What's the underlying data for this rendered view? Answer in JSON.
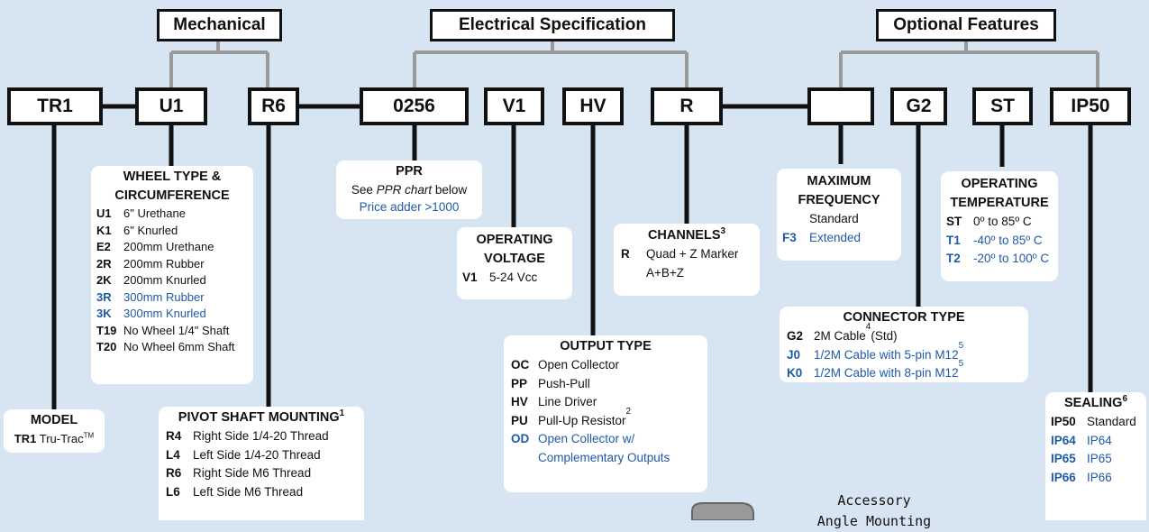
{
  "headers": {
    "mechanical": "Mechanical",
    "electrical": "Electrical Specification",
    "optional": "Optional Features"
  },
  "codes": {
    "model": "TR1",
    "wheel": "U1",
    "mount": "R6",
    "ppr": "0256",
    "voltage": "V1",
    "output": "HV",
    "channels": "R",
    "frequency": "",
    "connector": "G2",
    "temperature": "ST",
    "sealing": "IP50"
  },
  "wheel_type": {
    "title_line1": "WHEEL TYPE &",
    "title_line2": "CIRCUMFERENCE",
    "items": [
      {
        "code": "U1",
        "desc": "6\" Urethane"
      },
      {
        "code": "K1",
        "desc": "6\" Knurled"
      },
      {
        "code": "E2",
        "desc": "200mm Urethane"
      },
      {
        "code": "2R",
        "desc": "200mm Rubber"
      },
      {
        "code": "2K",
        "desc": "200mm Knurled"
      },
      {
        "code": "3R",
        "desc": "300mm Rubber"
      },
      {
        "code": "3K",
        "desc": "300mm Knurled"
      },
      {
        "code": "T19",
        "desc": "No Wheel 1/4\" Shaft"
      },
      {
        "code": "T20",
        "desc": "No Wheel 6mm Shaft"
      }
    ]
  },
  "ppr": {
    "title": "PPR",
    "line1_pre": "See ",
    "line1_em": "PPR chart",
    "line1_post": " below",
    "adder": "Price adder >1000"
  },
  "voltage": {
    "title1": "OPERATING",
    "title2": "VOLTAGE",
    "code": "V1",
    "desc": "5-24 Vcc"
  },
  "channels": {
    "title": "CHANNELS",
    "note": "3",
    "code": "R",
    "desc1": "Quad + Z Marker",
    "desc2": "A+B+Z"
  },
  "frequency": {
    "title1": "MAXIMUM",
    "title2": "FREQUENCY",
    "std": "Standard",
    "code": "F3",
    "desc": "Extended"
  },
  "temperature": {
    "title1": "OPERATING",
    "title2": "TEMPERATURE",
    "items": [
      {
        "code": "ST",
        "desc": "0º to 85º C"
      },
      {
        "code": "T1",
        "desc": "-40º to 85º C"
      },
      {
        "code": "T2",
        "desc": "-20º to 100º C"
      }
    ]
  },
  "connector": {
    "title": "CONNECTOR TYPE",
    "items": [
      {
        "code": "G2",
        "desc": "2M Cable",
        "sup": "4",
        "tail": " (Std)"
      },
      {
        "code": "J0",
        "desc": "1/2M Cable with 5-pin M12",
        "sup": "5",
        "tail": ""
      },
      {
        "code": "K0",
        "desc": "1/2M Cable with 8-pin M12",
        "sup": "5",
        "tail": ""
      }
    ]
  },
  "output": {
    "title": "OUTPUT TYPE",
    "items": [
      {
        "code": "OC",
        "desc": "Open Collector"
      },
      {
        "code": "PP",
        "desc": "Push-Pull"
      },
      {
        "code": "HV",
        "desc": "Line Driver"
      },
      {
        "code": "PU",
        "desc": "Pull-Up Resistor",
        "sup": "2"
      },
      {
        "code": "OD",
        "desc": "Open Collector w/",
        "desc2": "Complementary Outputs"
      }
    ]
  },
  "mounting": {
    "title": "PIVOT SHAFT MOUNTING",
    "note": "1",
    "items": [
      {
        "code": "R4",
        "desc": "Right Side 1/4-20 Thread"
      },
      {
        "code": "L4",
        "desc": "Left Side 1/4-20 Thread"
      },
      {
        "code": "R6",
        "desc": "Right Side M6 Thread"
      },
      {
        "code": "L6",
        "desc": "Left Side M6 Thread"
      }
    ]
  },
  "model": {
    "title": "MODEL",
    "code": "TR1",
    "desc": "Tru-Trac",
    "tm": "TM"
  },
  "sealing": {
    "title": "SEALING",
    "note": "6",
    "items": [
      {
        "code": "IP50",
        "desc": "Standard"
      },
      {
        "code": "IP64",
        "desc": "IP64"
      },
      {
        "code": "IP65",
        "desc": "IP65"
      },
      {
        "code": "IP66",
        "desc": "IP66"
      }
    ]
  },
  "accessory": {
    "line1": "Accessory",
    "line2": "Angle Mounting"
  },
  "colors": {
    "background": "#d7e4f1",
    "optional_blue": "#1f5aa6",
    "bracket_gray": "#9a9a9a"
  }
}
